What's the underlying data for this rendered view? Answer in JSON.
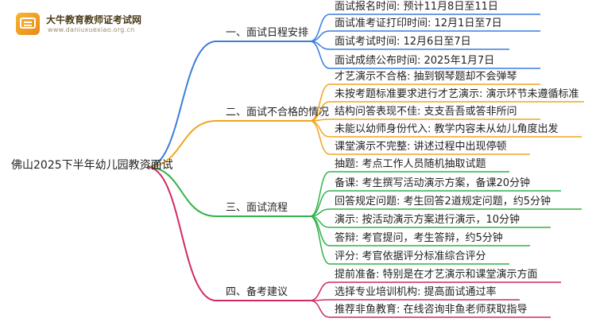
{
  "logo": {
    "name": "大牛教育教师证考试网",
    "url": "www.daniuxuexiao.org.cn"
  },
  "root": {
    "text": "佛山2025下半年幼儿园教资面试"
  },
  "colors": {
    "branch1": "#3b7ddd",
    "branch2": "#f0a51f",
    "branch3": "#2fb34a",
    "branch4": "#d12a5c"
  },
  "branches": [
    {
      "title": "一、面试日程安排",
      "children": [
        "面试报名时间: 预计11月8日至11日",
        "面试准考证打印时间: 12月1日至7日",
        "面试考试时间: 12月6日至7日",
        "面试成绩公布时间: 2025年1月7日"
      ]
    },
    {
      "title": "二、面试不合格的情况",
      "children": [
        "才艺演示不合格: 抽到钢琴题却不会弹琴",
        "未按考题标准要求进行才艺演示: 演示环节未遵循标准",
        "结构问答表现不佳: 支支吾吾或答非所问",
        "未能以幼师身份代入: 教学内容未从幼儿角度出发",
        "课堂演示不完整: 讲述过程中出现停顿"
      ]
    },
    {
      "title": "三、面试流程",
      "children": [
        "抽题: 考点工作人员随机抽取试题",
        "备课: 考生撰写活动演示方案，备课20分钟",
        "回答规定问题: 考生回答2道规定问题，约5分钟",
        "演示: 按活动演示方案进行演示，10分钟",
        "答辩: 考官提问，考生答辩，约5分钟",
        "评分: 考官依据评分标准综合评分"
      ]
    },
    {
      "title": "四、备考建议",
      "children": [
        "提前准备: 特别是在才艺演示和课堂演示方面",
        "选择专业培训机构: 提高面试通过率",
        "推荐非鱼教育: 在线咨询非鱼老师获取指导"
      ]
    }
  ]
}
